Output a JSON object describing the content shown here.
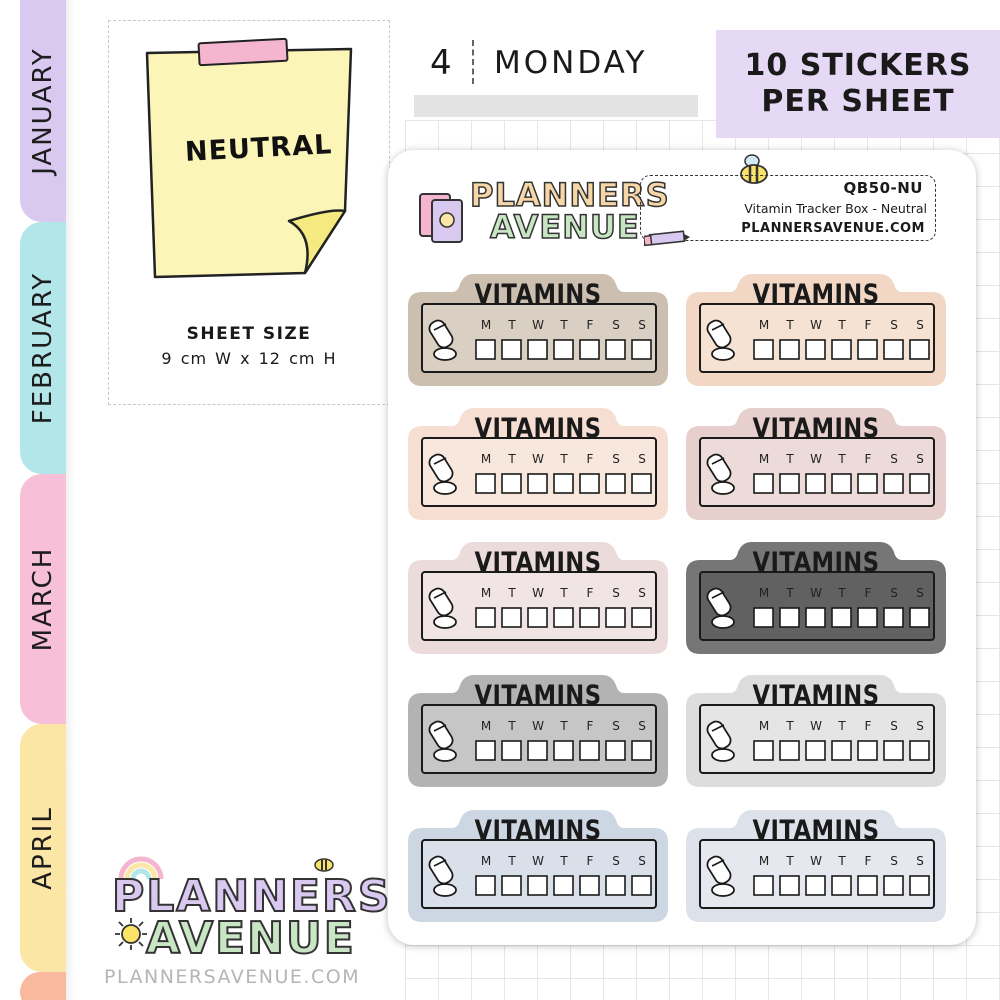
{
  "months": [
    "JANUARY",
    "FEBRUARY",
    "MARCH",
    "APRIL"
  ],
  "info": {
    "note_label": "NEUTRAL",
    "size_title": "SHEET SIZE",
    "size_value": "9 cm W  x  12 cm H"
  },
  "planner": {
    "day_number": "4",
    "day_name": "MONDAY"
  },
  "badge": {
    "line1": "10 STICKERS",
    "line2": "PER SHEET"
  },
  "sheet": {
    "logo_line1": "PLANNERS",
    "logo_line2": "AVENUE",
    "sku": "QB50-NU",
    "description": "Vitamin Tracker Box - Neutral",
    "url": "PLANNERSAVENUE.COM"
  },
  "sticker_title": "VITAMINS",
  "weekdays": [
    "M",
    "T",
    "W",
    "T",
    "F",
    "S",
    "S"
  ],
  "stickers": [
    {
      "color": "#cdbfaf"
    },
    {
      "color": "#f2d8c4"
    },
    {
      "color": "#f6dfd2"
    },
    {
      "color": "#e6cfcd"
    },
    {
      "color": "#ebdcdb"
    },
    {
      "color": "#767676"
    },
    {
      "color": "#b3b3b3"
    },
    {
      "color": "#dddddd"
    },
    {
      "color": "#cdd6e3"
    },
    {
      "color": "#dde2ea"
    }
  ],
  "footer": {
    "logo_line1": "PLANNERS",
    "logo_line2": "AVENUE",
    "url": "PLANNERSAVENUE.COM"
  }
}
